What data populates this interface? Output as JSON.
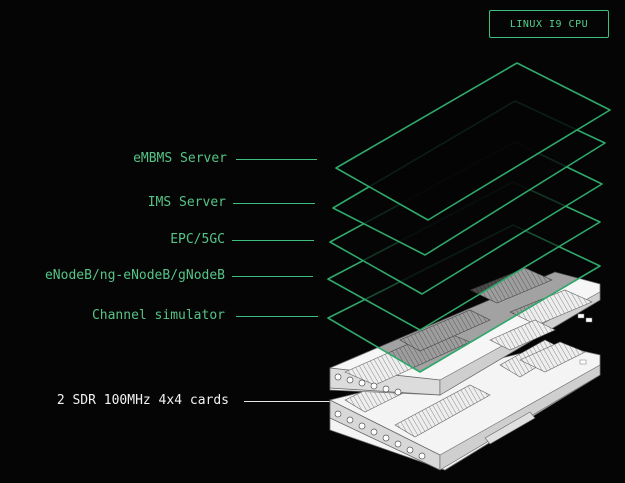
{
  "badge": {
    "label": "LINUX I9 CPU"
  },
  "layers": [
    {
      "label": "eMBMS Server"
    },
    {
      "label": "IMS Server"
    },
    {
      "label": "EPC/5GC"
    },
    {
      "label": "eNodeB/ng-eNodeB/gNodeB"
    },
    {
      "label": "Channel simulator"
    }
  ],
  "hardware": {
    "label": "2 SDR 100MHz 4x4 cards"
  },
  "colors": {
    "background": "#050505",
    "accent": "#3fbf7f",
    "label_green": "#56c486",
    "card_white": "#f2f2f2"
  }
}
